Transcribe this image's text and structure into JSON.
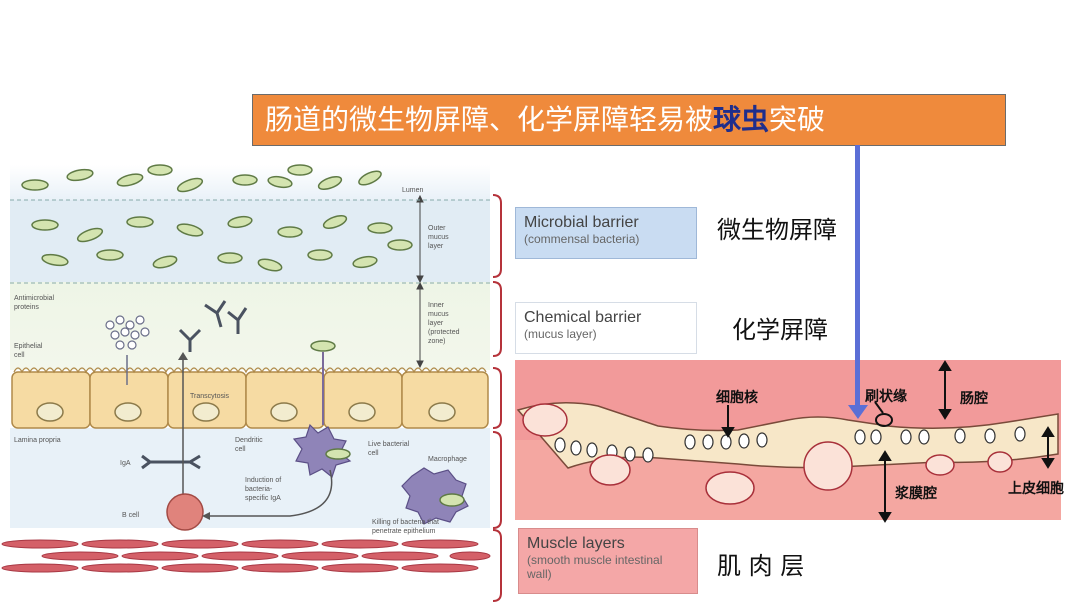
{
  "title": {
    "prefix": "肠道的微生物屏障、化学屏障轻易被",
    "highlight": "球虫",
    "suffix": "突破"
  },
  "left_diagram": {
    "lumen": "Lumen",
    "outer_mucus": [
      "Outer",
      "mucus",
      "layer"
    ],
    "inner_mucus": [
      "Inner",
      "mucus",
      "layer",
      "(protected",
      "zone)"
    ],
    "antimicrobial": [
      "Antimicrobial",
      "proteins"
    ],
    "epithelial": [
      "Epithelial",
      "cell"
    ],
    "transcytosis": "Transcytosis",
    "lamina_propria": "Lamina propria",
    "dendritic": [
      "Dendritic",
      "cell"
    ],
    "live_bacterial": [
      "Live bacterial",
      "cell"
    ],
    "macrophage": "Macrophage",
    "iga": "IgA",
    "induction": [
      "Induction of",
      "bacteria-",
      "specific IgA"
    ],
    "b_cell": "B cell",
    "killing": [
      "Killing of bacteria that",
      "penetrate epithelium"
    ]
  },
  "barriers": [
    {
      "name": "Microbial barrier",
      "sub": "(commensal bacteria)",
      "zh": "微生物屏障",
      "color": "#c9dcf2"
    },
    {
      "name": "Chemical barrier",
      "sub": "(mucus layer)",
      "zh": "化学屏障",
      "color": "#ffffff"
    },
    {
      "name": "Muscle layers",
      "sub": "(smooth muscle intestinal",
      "sub2": "wall)",
      "zh": "肌 肉 层",
      "color": "#f4a7a7"
    }
  ],
  "histology": {
    "nucleus": "细胞核",
    "brush_border": "刷状缘",
    "lumen": "肠腔",
    "serosa": "浆膜腔",
    "epithelium": "上皮细胞"
  },
  "colors": {
    "banner": "#ef8a3c",
    "highlight": "#1f2e8c",
    "arrow": "#5b6fd6",
    "bracket": "#b5323a"
  }
}
